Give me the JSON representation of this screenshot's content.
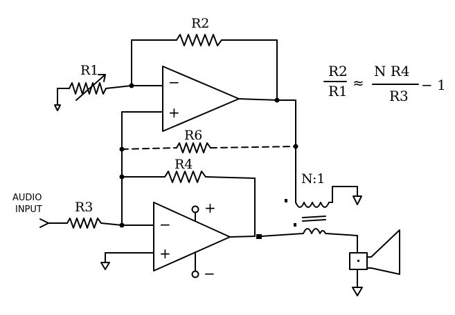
{
  "labels": {
    "r2": "R2",
    "r1": "R1",
    "r6": "R6",
    "r4": "R4",
    "r3": "R3",
    "transformer_ratio": "N:1",
    "audio_input_line1": "AUDIO",
    "audio_input_line2": "INPUT",
    "minus": "−",
    "plus": "+",
    "supply_plus": "+",
    "supply_minus": "−"
  },
  "equation": {
    "lhs_num": "R2",
    "lhs_den": "R1",
    "approx": "≈",
    "rhs_num": "N R4",
    "rhs_den": "R3",
    "tail": "− 1"
  }
}
